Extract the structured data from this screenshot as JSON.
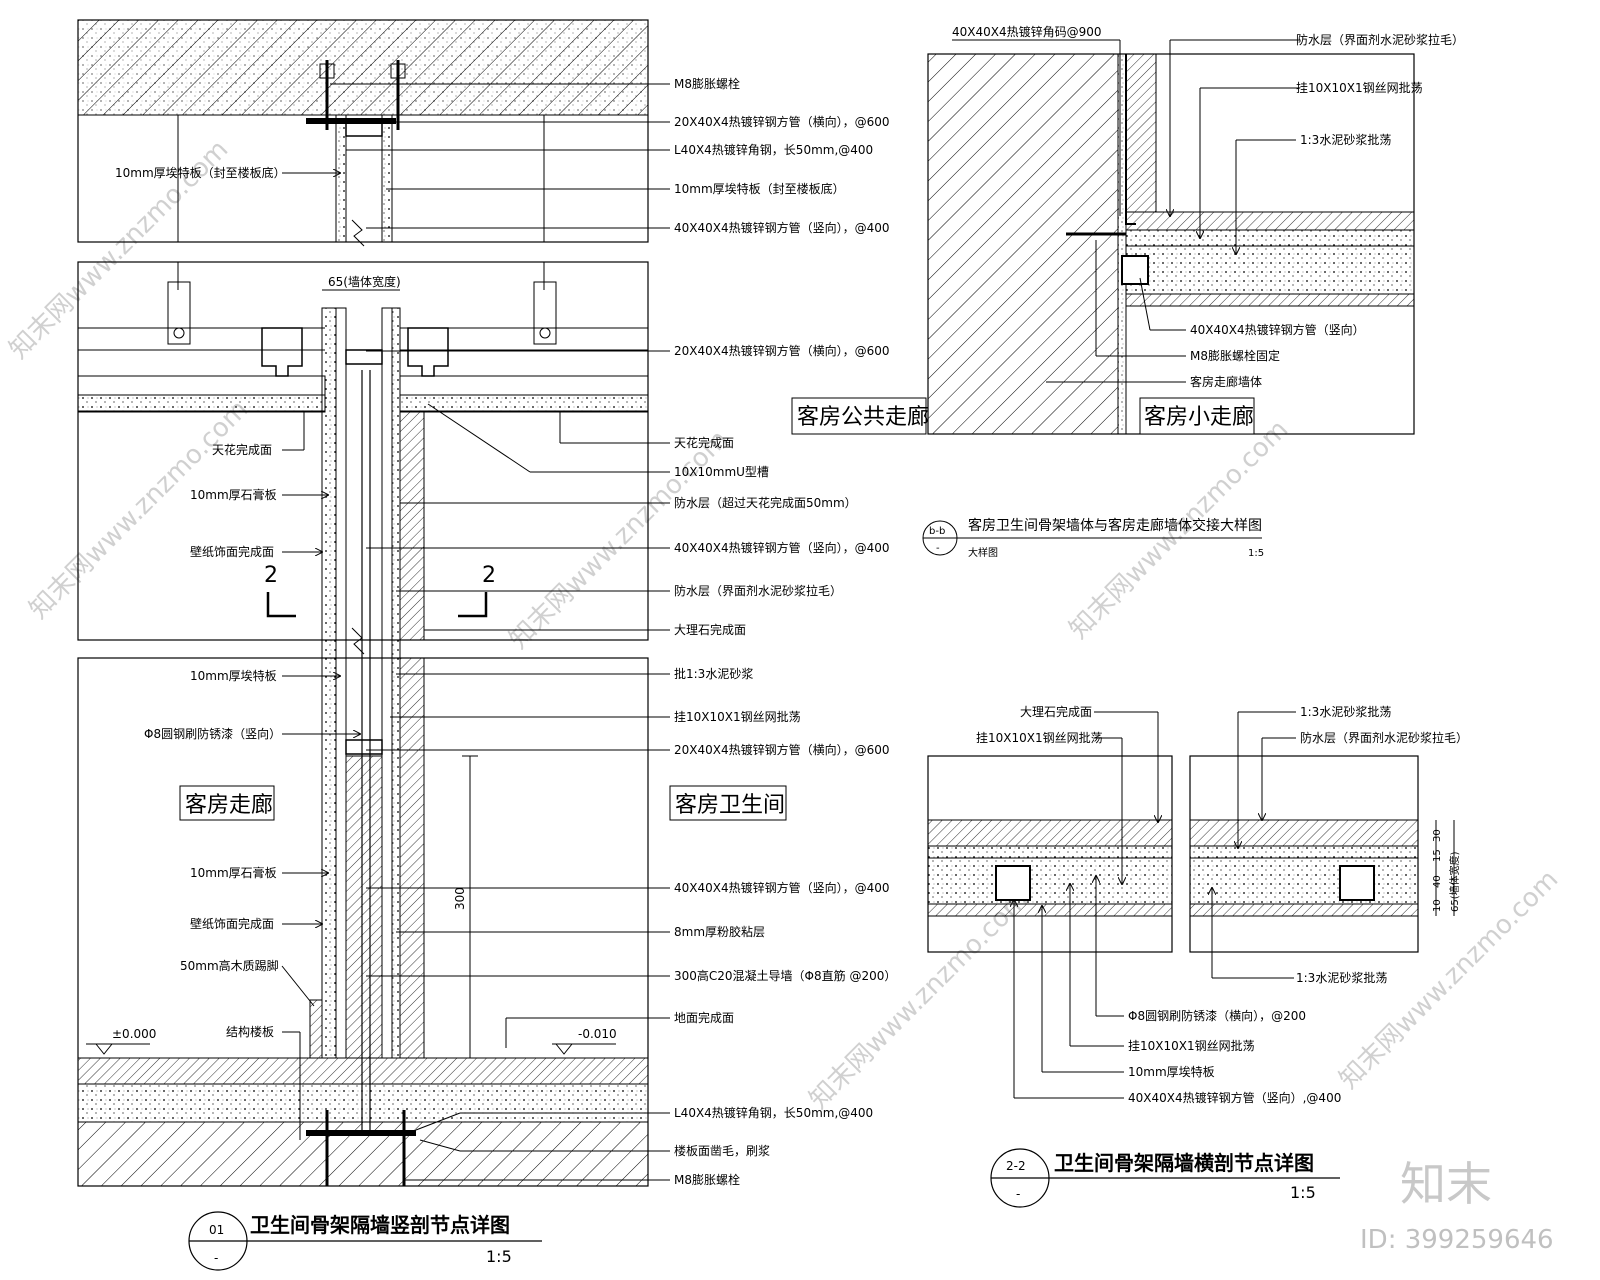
{
  "drawing_01": {
    "num": "01",
    "sub": "-",
    "title": "卫生间骨架隔墙竖剖节点详图",
    "scale": "1:5",
    "room_left": "客房走廊",
    "room_right": "客房卫生间",
    "wall_width": "65(墙体宽度)",
    "section_mark": "2",
    "level_left": "±0.000",
    "level_right": "-0.010",
    "dim_300": "300",
    "labels_right": [
      "M8膨胀螺栓",
      "20X40X4热镀锌钢方管（横向），@600",
      "L40X4热镀锌角钢，长50mm,@400",
      "10mm厚埃特板（封至楼板底）",
      "40X40X4热镀锌钢方管（竖向），@400",
      "20X40X4热镀锌钢方管（横向），@600",
      "天花完成面",
      "10X10mmU型槽",
      "防水层（超过天花完成面50mm）",
      "40X40X4热镀锌钢方管（竖向），@400",
      "防水层（界面剂水泥砂浆拉毛）",
      "大理石完成面",
      "批1:3水泥砂浆",
      "挂10X10X1钢丝网批荡",
      "20X40X4热镀锌钢方管（横向），@600",
      "40X40X4热镀锌钢方管（竖向），@400",
      "8mm厚粉胶粘层",
      "300高C20混凝土导墙（Φ8直筋 @200）",
      "地面完成面",
      "L40X4热镀锌角钢，长50mm,@400",
      "楼板面凿毛，刷浆",
      "M8膨胀螺栓"
    ],
    "labels_left": [
      "10mm厚埃特板（封至楼板底）",
      "天花完成面",
      "10mm厚石膏板",
      "壁纸饰面完成面",
      "10mm厚埃特板",
      "Φ8圆钢刷防锈漆（竖向）",
      "10mm厚石膏板",
      "壁纸饰面完成面",
      "50mm高木质踢脚",
      "结构楼板"
    ]
  },
  "drawing_bb": {
    "num": "b-b",
    "sub": "-",
    "title": "客房卫生间骨架墙体与客房走廊墙体交接大样图",
    "caption": "大样图",
    "scale": "1:5",
    "room_left": "客房公共走廊",
    "room_right": "客房小走廊",
    "labels": [
      "40X40X4热镀锌角码@900",
      "防水层（界面剂水泥砂浆拉毛）",
      "挂10X10X1钢丝网批荡",
      "1:3水泥砂浆批荡",
      "40X40X4热镀锌钢方管（竖向）",
      "M8膨胀螺栓固定",
      "客房走廊墙体"
    ]
  },
  "drawing_22": {
    "num": "2-2",
    "sub": "-",
    "title": "卫生间骨架隔墙横剖节点详图",
    "scale": "1:5",
    "labels_top": [
      "大理石完成面",
      "挂10X10X1钢丝网批荡",
      "1:3水泥砂浆批荡",
      "防水层（界面剂水泥砂浆拉毛）"
    ],
    "labels_bottom": [
      "1:3水泥砂浆批荡",
      "Φ8圆钢刷防锈漆（横向），@200",
      "挂10X10X1钢丝网批荡",
      "10mm厚埃特板",
      "40X40X4热镀锌钢方管（竖向）,@400"
    ],
    "dims": [
      "30",
      "15",
      "40",
      "10",
      "65(墙体宽度)"
    ]
  },
  "watermark": {
    "text": "知末网www.znzmo.com",
    "brand": "知末",
    "id": "ID: 399259646"
  }
}
